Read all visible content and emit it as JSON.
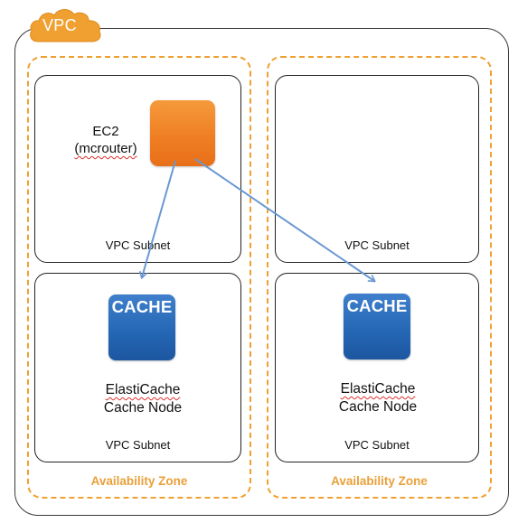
{
  "vpc": {
    "label": "VPC"
  },
  "ec2": {
    "line1": "EC2",
    "line2": "(mcrouter)"
  },
  "availability_zones": [
    {
      "label": "Availability Zone",
      "subnets": [
        {
          "label": "VPC Subnet"
        },
        {
          "label": "VPC Subnet",
          "node": {
            "icon_text": "CACHE",
            "line1": "ElastiCache",
            "line2": "Cache Node"
          }
        }
      ]
    },
    {
      "label": "Availability Zone",
      "subnets": [
        {
          "label": "VPC Subnet"
        },
        {
          "label": "VPC Subnet",
          "node": {
            "icon_text": "CACHE",
            "line1": "ElastiCache",
            "line2": "Cache Node"
          }
        }
      ]
    }
  ],
  "colors": {
    "az_border": "#f0a030",
    "ec2": "#ef7f24",
    "cache": "#2466b4",
    "arrow": "#6a98d2",
    "vpc_badge": "#f0a030"
  }
}
